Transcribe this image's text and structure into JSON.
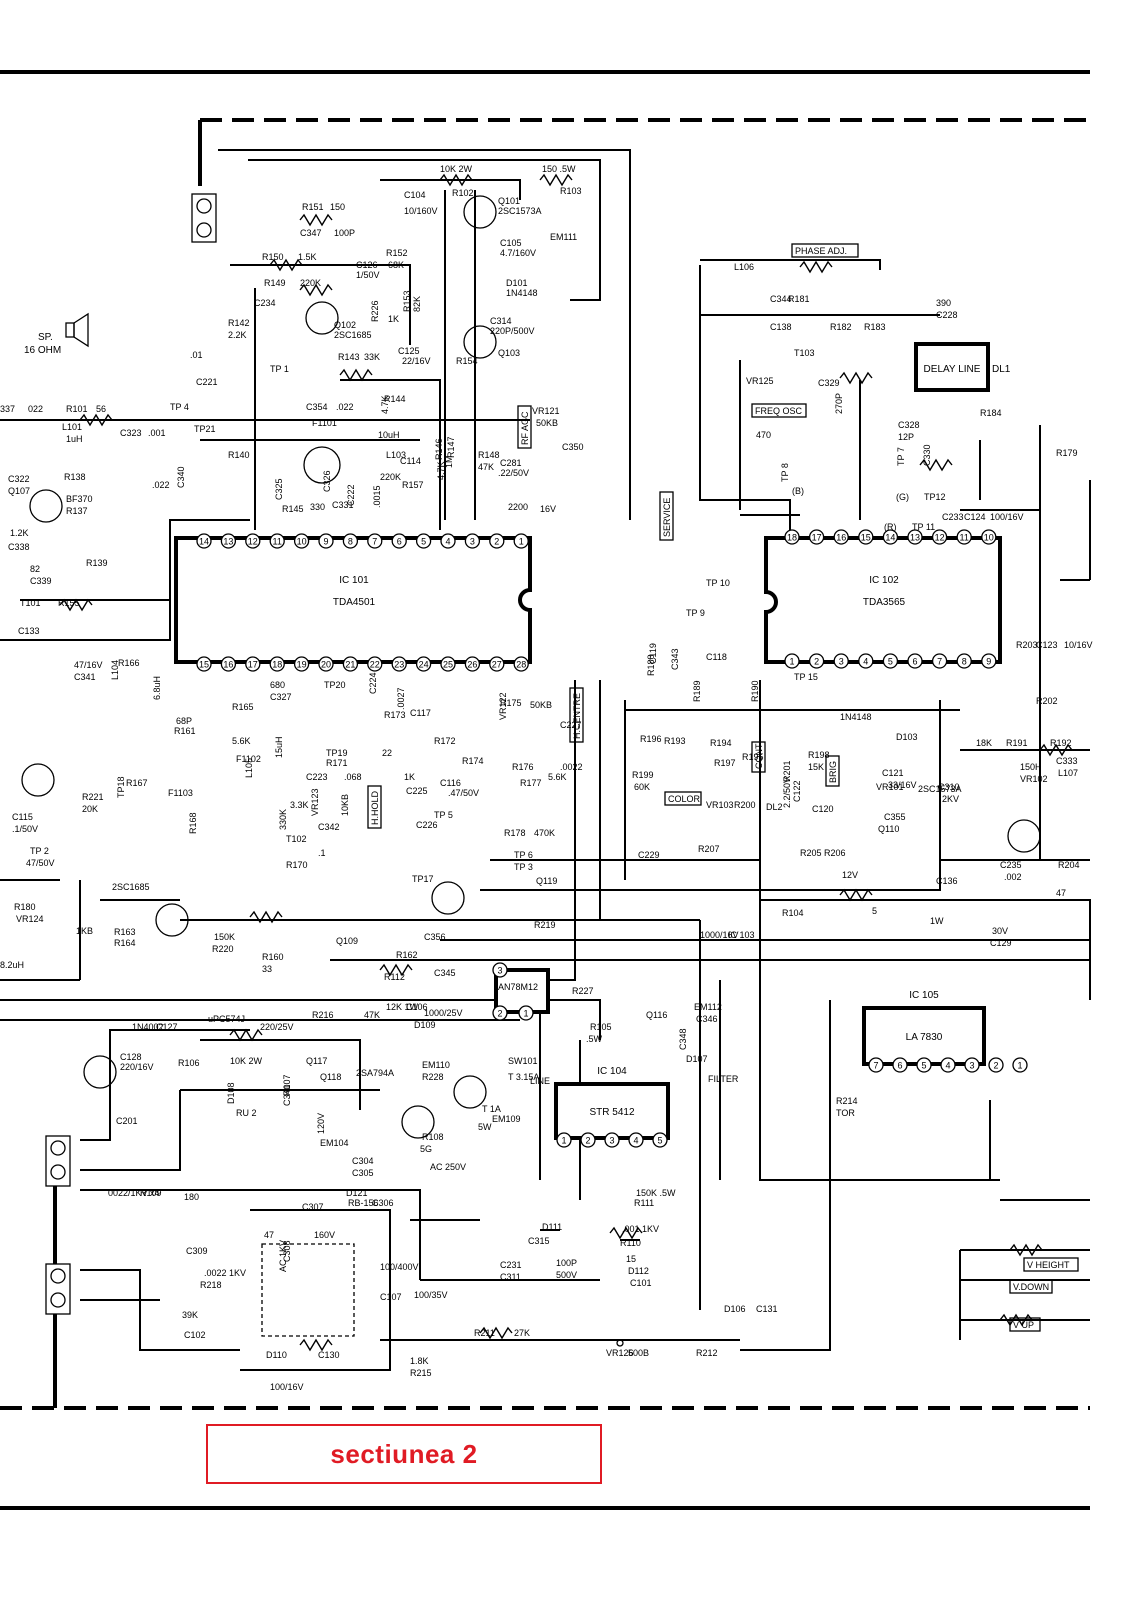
{
  "ic": {
    "ic101": {
      "ref": "IC 101",
      "part": "TDA4501",
      "top_pins": [
        "14",
        "13",
        "12",
        "11",
        "10",
        "9",
        "8",
        "7",
        "6",
        "5",
        "4",
        "3",
        "2",
        "1"
      ],
      "bottom_pins": [
        "15",
        "16",
        "17",
        "18",
        "19",
        "20",
        "21",
        "22",
        "23",
        "24",
        "25",
        "26",
        "27",
        "28"
      ]
    },
    "ic102": {
      "ref": "IC 102",
      "part": "TDA3565",
      "top_pins": [
        "18",
        "17",
        "16",
        "15",
        "14",
        "13",
        "12",
        "11",
        "10"
      ],
      "bottom_pins": [
        "1",
        "2",
        "3",
        "4",
        "5",
        "6",
        "7",
        "8",
        "9"
      ]
    },
    "ic103": {
      "ref": "IC 103",
      "part": "AN78M12",
      "pins": [
        "1",
        "2",
        "3"
      ]
    },
    "ic104": {
      "ref": "IC 104",
      "part": "STR 5412",
      "pins": [
        "1",
        "2",
        "3",
        "4",
        "5"
      ]
    },
    "ic105": {
      "ref": "IC 105",
      "part": "LA 7830",
      "pins": [
        "7",
        "6",
        "5",
        "4",
        "3",
        "2",
        "1"
      ]
    }
  },
  "blocks": {
    "delay_line": "DELAY LINE",
    "delay_line_ref": "DL1",
    "speaker_ref": "SP.",
    "speaker_rating": "16 OHM"
  },
  "boxed_labels": [
    "PHASE ADJ.",
    "FREQ OSC",
    "SERVICE",
    "RF AGC",
    "H.HOLD",
    "H.CENTRE",
    "COLOR",
    "CONT",
    "BRIG",
    "V HEIGHT",
    "V.DOWN",
    "V UP"
  ],
  "labels": [
    "10K 2W",
    "150 .5W",
    "R103",
    "R102",
    "C104",
    "10/160V",
    "Q101",
    "2SC1573A",
    "R151",
    "150",
    "C347",
    "100P",
    "R152",
    "68K",
    "C105",
    "4.7/160V",
    "EM111",
    "D101",
    "1N4148",
    "C314",
    "220P/500V",
    "R150",
    "1.5K",
    "C126",
    "1/50V",
    "R149",
    "220K",
    "C234",
    "R142",
    "2.2K",
    "Q102",
    "2SC1685",
    "R226",
    "1K",
    "R153",
    "82K",
    "C125",
    "22/16V",
    "Q103",
    "R154",
    "R143",
    "33K",
    ".01",
    "C221",
    "TP 1",
    "TP 4",
    "C354",
    ".022",
    "R144",
    "4.7K",
    "VR121",
    "50KB",
    "337",
    "022",
    "R101",
    "56",
    "L101",
    "1uH",
    "C323",
    ".001",
    "TP21",
    "F1101",
    "10uH",
    "L103",
    "C350",
    "R140",
    "R138",
    "C322",
    "Q107",
    "BF370",
    "R137",
    "1.2K",
    "C338",
    "R139",
    "82",
    "C339",
    ".022",
    "C340",
    "C325",
    "R145",
    "330",
    "C326",
    "C331",
    "C222",
    ".0015",
    "R146",
    "4.7K",
    "R147",
    "1M",
    "R148",
    "47K",
    "C281",
    ".22/50V",
    "2200",
    "16V",
    "C114",
    "R157",
    "220K",
    "T101",
    "R155",
    "C133",
    "47/16V",
    "C341",
    "R166",
    "L104",
    "6.8uH",
    "R165",
    "680",
    "C327",
    "68P",
    "R161",
    "5.6K",
    "F1102",
    "R167",
    "TP18",
    "F1103",
    "L105",
    "15uH",
    "R168",
    "330K",
    "T102",
    "R170",
    "3.3K",
    "TP20",
    "TP19",
    "R171",
    "C223",
    ".068",
    "C224",
    ".0027",
    "R173",
    "C117",
    "22",
    "R172",
    "R174",
    "1K",
    "C225",
    "C116",
    ".47/50V",
    "TP 5",
    "VR123",
    "10KB",
    "C342",
    "C226",
    ".1",
    "R175",
    "VR122",
    "50KB",
    "C227",
    ".0022",
    "R176",
    "R177",
    "5.6K",
    "R178",
    "470K",
    "TP 6",
    "TP 3",
    "Q119",
    "R219",
    "TP17",
    "C356",
    "R162",
    "Q109",
    "2SC1685",
    "R163",
    "R164",
    "150K",
    "R220",
    "R160",
    "33",
    "C115",
    ".1/50V",
    "R221",
    "20K",
    "TP 2",
    "47/50V",
    "R180",
    "VR124",
    "1KB",
    "8.2uH",
    "L106",
    "C344",
    "R181",
    "390",
    "C228",
    "C138",
    "R182",
    "R183",
    "T103",
    "VR125",
    "C329",
    "270P",
    "R184",
    "470",
    "C328",
    "12P",
    "TP 7",
    "C330",
    "TP 8",
    "(B)",
    "(G)",
    "(R)",
    "TP 11",
    "TP12",
    "C233",
    "C124",
    "100/16V",
    "R179",
    "TP 10",
    "TP 9",
    "C118",
    "C343",
    "C119",
    "R188",
    "R189",
    "R190",
    "TP 15",
    "1N4148",
    "D103",
    "R203",
    "C123",
    "10/16V",
    "R202",
    "18K",
    "R191",
    "R192",
    "C333",
    "L107",
    "150H",
    "VR102",
    "R196",
    "R193",
    "R194",
    "R195",
    "R197",
    "R198",
    "15K",
    "R199",
    "60K",
    "VR103",
    "R200",
    "R201",
    "C122",
    "2.2/50V",
    "C120",
    "C121",
    "33/16V",
    "VR101",
    "C355",
    "Q110",
    "2SC1573A",
    "C310",
    "2KV",
    "DL2",
    "R205",
    "R206",
    "R207",
    "C229",
    "C235",
    ".002",
    "R204",
    "47",
    "12V",
    "R104",
    "5",
    "1W",
    "C136",
    "30V",
    "C129",
    "1000/16V",
    "IC 103",
    "C345",
    "R112",
    "12K 1W",
    "C106",
    "1000/25V",
    "D109",
    "uPC574J",
    "R216",
    "47K",
    "R227",
    "Q116",
    "EM112",
    "C346",
    "R105",
    ".5W",
    "C348",
    "D107",
    "1N4002",
    "C127",
    "220/25V",
    "C128",
    "220/16V",
    "R106",
    "10K 2W",
    "Q117",
    "Q118",
    "2SA794A",
    "D108",
    "RU 2",
    "R107",
    "C340",
    "120V",
    "EM104",
    "EM110",
    "R228",
    "R108",
    "5G",
    "5W",
    "T 1A",
    "SW101",
    "T 3.15A",
    "EM109",
    "LINE",
    "FILTER",
    "C201",
    "AC 250V",
    "C304",
    "C305",
    "D121",
    "RB-156",
    "C306",
    "C307",
    "0022/1KV x4",
    "R109",
    "180",
    "C309",
    ".0022 1KV",
    "R218",
    "39K",
    "C102",
    "47",
    "160V",
    "C308",
    "AC 1KV",
    "D110",
    "C130",
    "100/16V",
    "D111",
    "C315",
    ".001 1KV",
    "R110",
    "150K .5W",
    "R111",
    "15",
    "D112",
    "C101",
    "100/400V",
    "C107",
    "100/35V",
    "C231",
    "C311",
    "100P",
    "500V",
    "D106",
    "C131",
    "R211",
    "27K",
    "VR126",
    "500B",
    "R212",
    "1.8K",
    "R215",
    "R214",
    "TOR"
  ],
  "section_label": "sectiunea 2"
}
